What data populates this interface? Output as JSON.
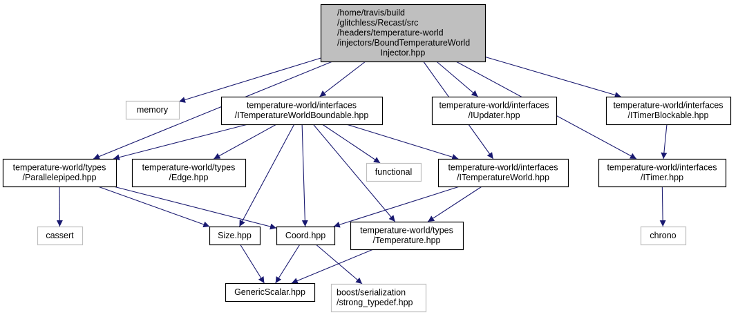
{
  "colors": {
    "edge": "#191970",
    "root_fill": "#bfbfbf",
    "node_border": "#000000",
    "external_border": "#bfbfbf"
  },
  "nodes": [
    {
      "id": "root",
      "kind": "root",
      "lines": [
        "/home/travis/build",
        "/glitchless/Recast/src",
        "/headers/temperature-world",
        "/injectors/BoundTemperatureWorld",
        "Injector.hpp"
      ]
    },
    {
      "id": "memory",
      "kind": "external",
      "lines": [
        "memory"
      ]
    },
    {
      "id": "boundable",
      "kind": "file",
      "lines": [
        "temperature-world/interfaces",
        "/ITemperatureWorldBoundable.hpp"
      ]
    },
    {
      "id": "iupdater",
      "kind": "file",
      "lines": [
        "temperature-world/interfaces",
        "/IUpdater.hpp"
      ]
    },
    {
      "id": "itimerblockable",
      "kind": "file",
      "lines": [
        "temperature-world/interfaces",
        "/ITimerBlockable.hpp"
      ]
    },
    {
      "id": "parallelepiped",
      "kind": "file",
      "lines": [
        "temperature-world/types",
        "/Parallelepiped.hpp"
      ]
    },
    {
      "id": "edge",
      "kind": "file",
      "lines": [
        "temperature-world/types",
        "/Edge.hpp"
      ]
    },
    {
      "id": "functional",
      "kind": "external",
      "lines": [
        "functional"
      ]
    },
    {
      "id": "itemperatureworld",
      "kind": "file",
      "lines": [
        "temperature-world/interfaces",
        "/ITemperatureWorld.hpp"
      ]
    },
    {
      "id": "itimer",
      "kind": "file",
      "lines": [
        "temperature-world/interfaces",
        "/ITimer.hpp"
      ]
    },
    {
      "id": "cassert",
      "kind": "external",
      "lines": [
        "cassert"
      ]
    },
    {
      "id": "size",
      "kind": "file",
      "lines": [
        "Size.hpp"
      ]
    },
    {
      "id": "coord",
      "kind": "file",
      "lines": [
        "Coord.hpp"
      ]
    },
    {
      "id": "temperature",
      "kind": "file",
      "lines": [
        "temperature-world/types",
        "/Temperature.hpp"
      ]
    },
    {
      "id": "chrono",
      "kind": "external",
      "lines": [
        "chrono"
      ]
    },
    {
      "id": "genericscalar",
      "kind": "file",
      "lines": [
        "GenericScalar.hpp"
      ]
    },
    {
      "id": "boost",
      "kind": "external",
      "lines": [
        "boost/serialization",
        "/strong_typedef.hpp"
      ]
    }
  ],
  "edges": [
    [
      "root",
      "memory"
    ],
    [
      "root",
      "parallelepiped"
    ],
    [
      "root",
      "boundable"
    ],
    [
      "root",
      "iupdater"
    ],
    [
      "root",
      "itemperatureworld"
    ],
    [
      "root",
      "itimerblockable"
    ],
    [
      "root",
      "itimer"
    ],
    [
      "boundable",
      "parallelepiped"
    ],
    [
      "boundable",
      "edge"
    ],
    [
      "boundable",
      "size"
    ],
    [
      "boundable",
      "coord"
    ],
    [
      "boundable",
      "temperature"
    ],
    [
      "boundable",
      "functional"
    ],
    [
      "boundable",
      "itemperatureworld"
    ],
    [
      "itimerblockable",
      "itimer"
    ],
    [
      "parallelepiped",
      "cassert"
    ],
    [
      "parallelepiped",
      "size"
    ],
    [
      "parallelepiped",
      "coord"
    ],
    [
      "itemperatureworld",
      "coord"
    ],
    [
      "itemperatureworld",
      "temperature"
    ],
    [
      "itimer",
      "chrono"
    ],
    [
      "size",
      "genericscalar"
    ],
    [
      "coord",
      "genericscalar"
    ],
    [
      "coord",
      "boost"
    ],
    [
      "temperature",
      "genericscalar"
    ]
  ]
}
